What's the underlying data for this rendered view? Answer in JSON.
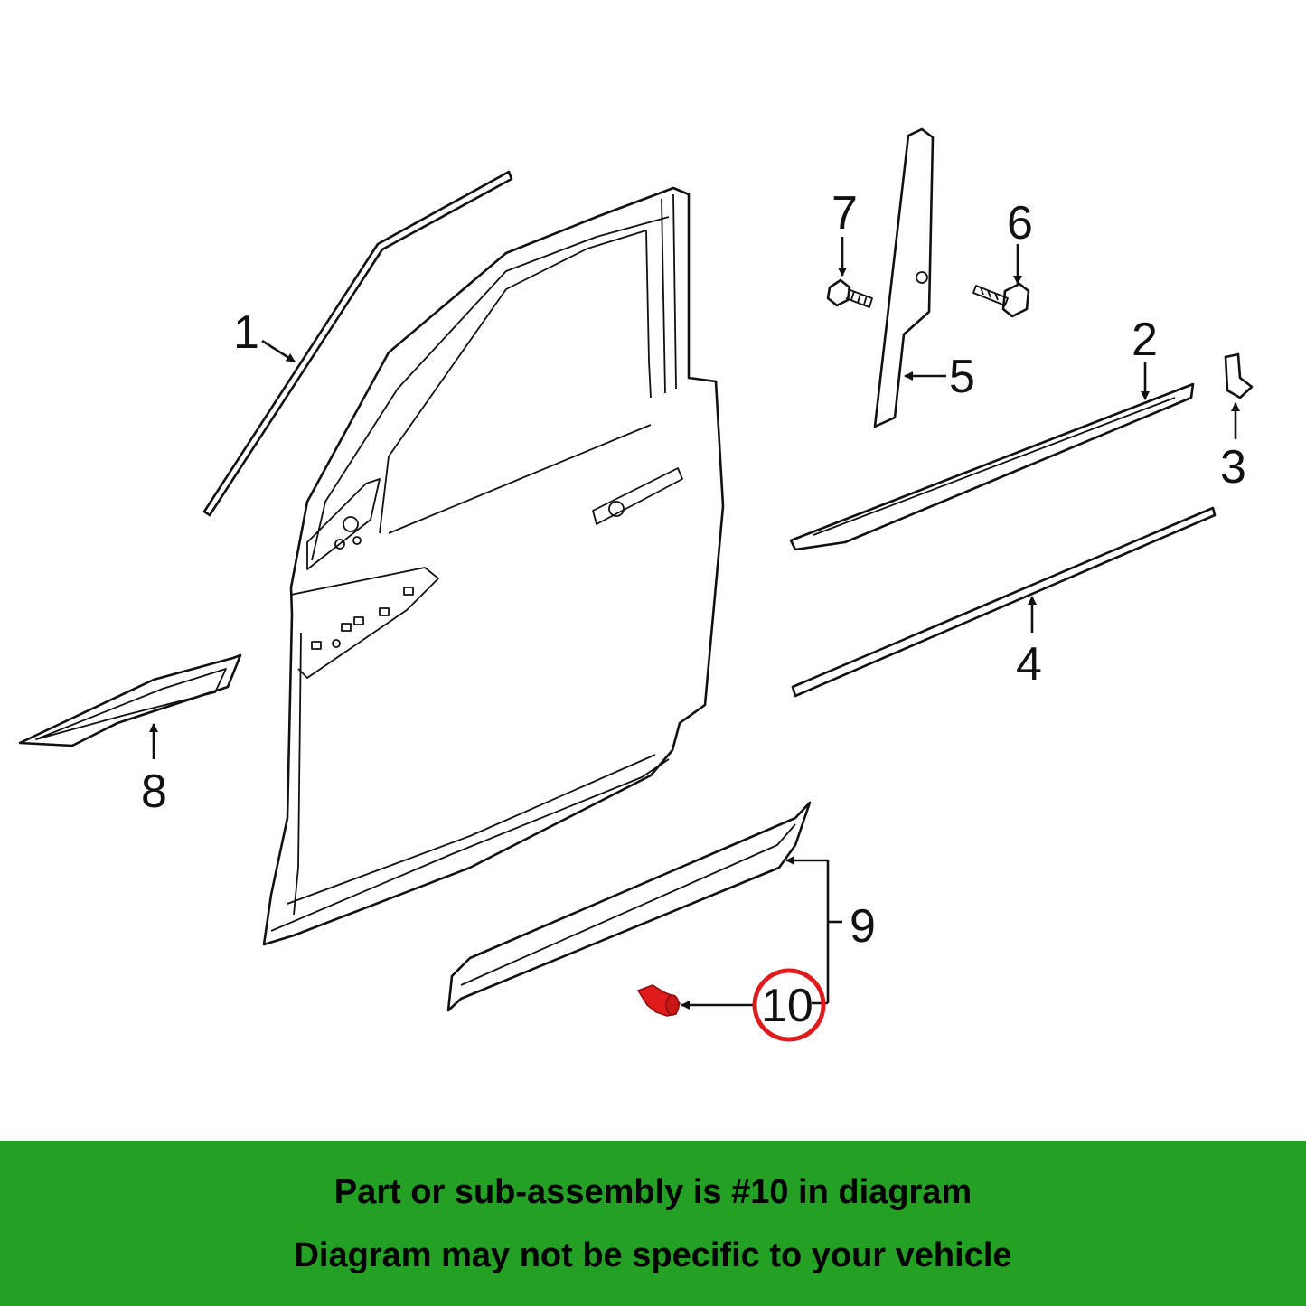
{
  "callouts": [
    {
      "id": "1",
      "label": "1"
    },
    {
      "id": "2",
      "label": "2"
    },
    {
      "id": "3",
      "label": "3"
    },
    {
      "id": "4",
      "label": "4"
    },
    {
      "id": "5",
      "label": "5"
    },
    {
      "id": "6",
      "label": "6"
    },
    {
      "id": "7",
      "label": "7"
    },
    {
      "id": "8",
      "label": "8"
    },
    {
      "id": "9",
      "label": "9"
    },
    {
      "id": "10",
      "label": "10",
      "highlighted": true
    }
  ],
  "highlight_color": "#e01b1b",
  "banner": {
    "line1": "Part or sub-assembly is #10 in diagram",
    "line2": "Diagram may not be specific to your vehicle",
    "background_color": "#24a124"
  }
}
